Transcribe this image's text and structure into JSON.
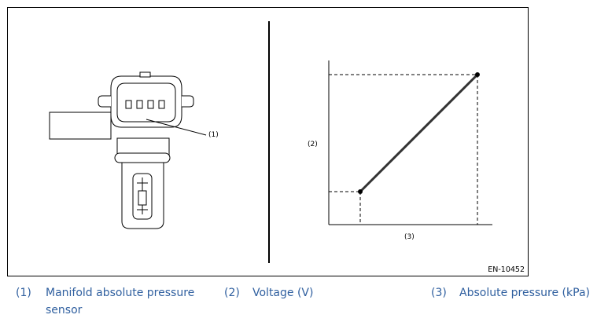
{
  "figure": {
    "callout_1": "(1)",
    "y_axis_callout": "(2)",
    "x_axis_callout": "(3)",
    "figure_id": "EN-10452"
  },
  "legend": [
    {
      "num": "(1)",
      "text_line1": "Manifold absolute pressure",
      "text_line2": "sensor"
    },
    {
      "num": "(2)",
      "text_line1": "Voltage (V)"
    },
    {
      "num": "(3)",
      "text_line1": "Absolute pressure (kPa)"
    }
  ],
  "chart_data": {
    "type": "line",
    "series": [
      {
        "values": [
          {
            "x": 0.0,
            "y": 0.0
          },
          {
            "x": 1.0,
            "y": 1.0
          }
        ]
      }
    ],
    "xlabel": "(3)",
    "ylabel": "(2)",
    "grid": false,
    "colors": {
      "line": "#333333",
      "axis": "#000000"
    }
  }
}
